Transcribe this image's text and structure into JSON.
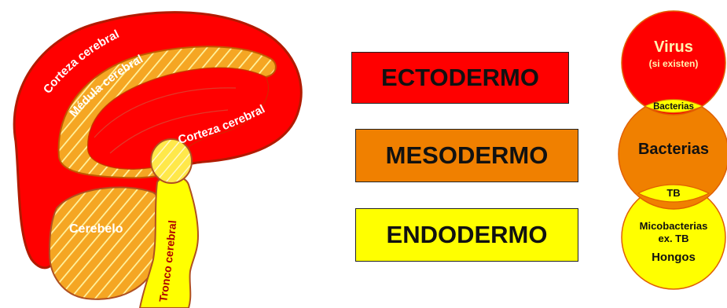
{
  "colors": {
    "ectodermo": "#ff0000",
    "mesodermo": "#f08000",
    "endodermo": "#ffff00",
    "outline": "#b05020"
  },
  "brain": {
    "labels": {
      "corteza_top": "Corteza cerebral",
      "medula": "Médula cerebral",
      "corteza_inner": "Corteza cerebral",
      "cerebelo": "Cerebelo",
      "tronco": "Tronco cerebral"
    }
  },
  "layers": {
    "ectodermo": "ECTODERMO",
    "mesodermo": "MESODERMO",
    "endodermo": "ENDODERMO"
  },
  "circles": {
    "virus": "Virus",
    "virus_note": "(si existen)",
    "bacterias_small": "Bacterias",
    "bacterias": "Bacterias",
    "tb": "TB",
    "micobacterias": "Micobacterias",
    "ex_tb": "ex. TB",
    "hongos": "Hongos"
  }
}
